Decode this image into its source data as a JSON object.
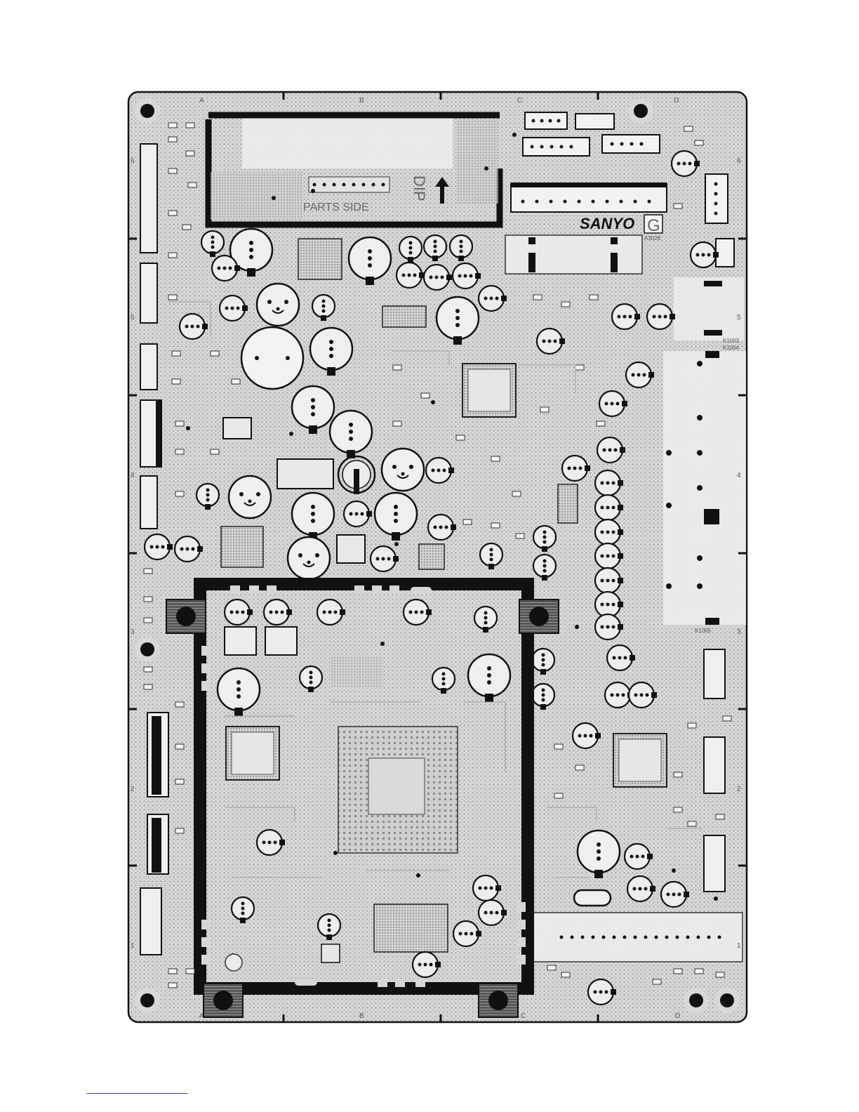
{
  "board": {
    "brand": "SANYO",
    "board_letter": "G",
    "side_label": "PARTS SIDE",
    "dip_label": "DIP",
    "columns_top": [
      "A",
      "B",
      "C",
      "D"
    ],
    "columns_bottom": [
      "A",
      "B",
      "C",
      "D"
    ],
    "rows_right": [
      "6",
      "5",
      "4",
      "3",
      "2",
      "1"
    ],
    "rows_left": [
      "6",
      "5",
      "4",
      "3",
      "2",
      "1"
    ],
    "labels": {
      "k1003": "K1003",
      "k1004": "K1004",
      "a3028": "A3028",
      "k1005": "K1005"
    }
  },
  "colors": {
    "board_fill": "#d8d8d8",
    "trace": "#bdbdbd",
    "shield": "#111111",
    "copper_light": "#ececec"
  },
  "footer": {
    "rule_color": "#3a4fa8"
  }
}
